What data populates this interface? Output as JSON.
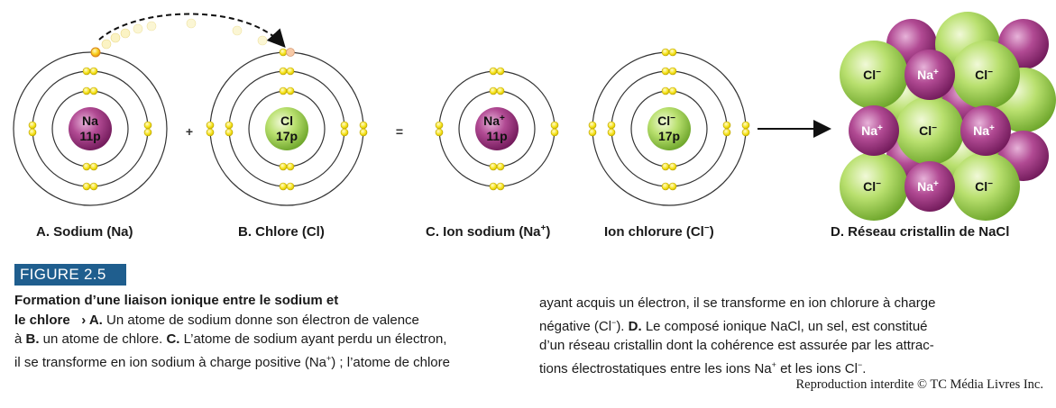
{
  "atoms": {
    "sodium": {
      "symbol": "Na",
      "charge": "",
      "protons": "11p"
    },
    "chlorine": {
      "symbol": "Cl",
      "charge": "",
      "protons": "17p"
    },
    "sodium_ion": {
      "symbol": "Na",
      "charge": "+",
      "protons": "11p"
    },
    "chloride_ion": {
      "symbol": "Cl",
      "charge": "−",
      "protons": "17p"
    }
  },
  "operators": {
    "plus": "+",
    "equals": "="
  },
  "lattice": {
    "rows": [
      [
        "Cl",
        "Na",
        "Cl"
      ],
      [
        "Na",
        "Cl",
        "Na"
      ],
      [
        "Cl",
        "Na",
        "Cl"
      ]
    ],
    "charges": {
      "Cl": "−",
      "Na": "+"
    }
  },
  "labels": {
    "a": "A. Sodium (Na)",
    "b": "B. Chlore (Cl)",
    "c_text": "C. Ion sodium (Na",
    "c_sup": "+",
    "c_end": ")",
    "chloride_text": "Ion chlorure (Cl",
    "chloride_sup": "−",
    "chloride_end": ")",
    "d": "D. Réseau cristallin de NaCl"
  },
  "figure_tag": "FIGURE 2.5",
  "caption": {
    "title_line1": "Formation d’une liaison ionique entre le sodium et",
    "title_line2": "le chlore",
    "arrow": "›",
    "a_label": "A.",
    "a_text": " Un atome de sodium donne son électron de valence",
    "a_cont": "à ",
    "b_label": "B.",
    "b_text": " un atome de chlore. ",
    "c_label": "C.",
    "c_text": " L’atome de sodium ayant perdu un électron,",
    "line4": "il se transforme en ion sodium à charge positive (Na",
    "line4_sup": "+",
    "line4_end": ") ; l’atome de chlore",
    "right_line1": "ayant acquis un électron, il se transforme en ion chlorure à charge",
    "right_line2": "négative (Cl",
    "right_line2_sup": "−",
    "right_line2_mid": "). ",
    "d_label": "D.",
    "d_text": " Le composé ionique NaCl, un sel, est constitué",
    "right_line3": "d’un réseau cristallin dont la cohérence est assurée par les attrac-",
    "right_line4": "tions électrostatiques entre les ions Na",
    "right_line4_sup": "+",
    "right_line4_mid": " et les ions Cl",
    "right_line4_sup2": "−",
    "right_line4_end": "."
  },
  "credit": "Reproduction interdite © TC Média Livres Inc.",
  "colors": {
    "sodium_fill": "#a0307e",
    "chlorine_fill": "#8fc43a",
    "electron": "#f5e312",
    "figure_tag_bg": "#1f5e8e"
  }
}
